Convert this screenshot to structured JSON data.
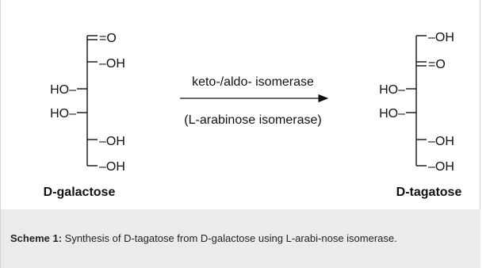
{
  "scheme": {
    "reactant": {
      "name": "D-galactose",
      "groups": {
        "carbonyl": "=O",
        "c2_oh": "–OH",
        "c3_ho": "HO–",
        "c4_ho": "HO–",
        "c5_oh": "–OH",
        "c6_oh": "–OH"
      }
    },
    "product": {
      "name": "D-tagatose",
      "groups": {
        "c1_oh": "–OH",
        "carbonyl": "=O",
        "c3_ho": "HO–",
        "c4_ho": "HO–",
        "c5_oh": "–OH",
        "c6_oh": "–OH"
      }
    },
    "arrow": {
      "label_above": "keto-/aldo- isomerase",
      "label_below": "(L-arabinose isomerase)"
    }
  },
  "caption": {
    "label": "Scheme 1:",
    "text": " Synthesis of D-tagatose from D-galactose using L-arabi-nose isomerase."
  }
}
